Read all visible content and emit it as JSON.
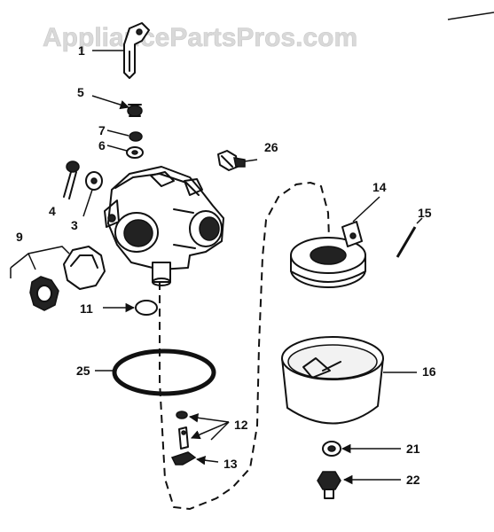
{
  "watermark": "AppliancePartsPros.com",
  "part_labels": {
    "p1": "1",
    "p3": "3",
    "p4": "4",
    "p5": "5",
    "p6": "6",
    "p7": "7",
    "p9": "9",
    "p11": "11",
    "p12": "12",
    "p13": "13",
    "p14": "14",
    "p15": "15",
    "p16": "16",
    "p21": "21",
    "p22": "22",
    "p25": "25",
    "p26": "26"
  },
  "colors": {
    "ink": "#111111",
    "watermark": "#d9d9d9",
    "background": "#ffffff"
  }
}
